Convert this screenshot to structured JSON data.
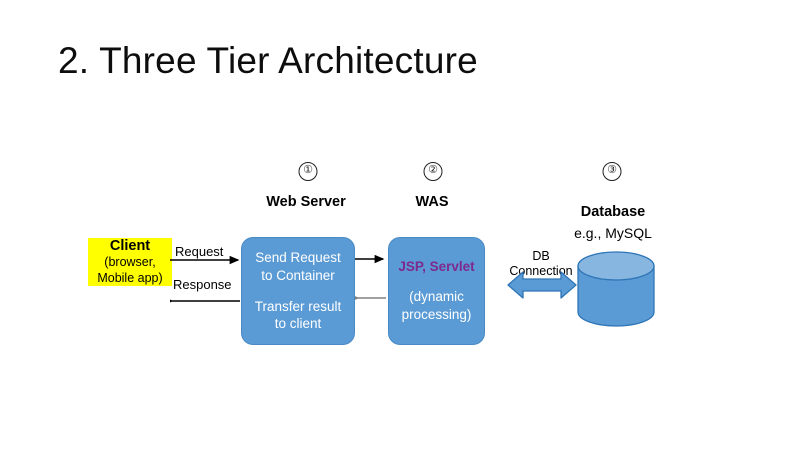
{
  "slide": {
    "title": "2. Three Tier Architecture",
    "background_color": "#FFFFFF"
  },
  "colors": {
    "process_box_fill": "#5B9BD5",
    "process_box_stroke": "#4A8AC4",
    "highlight_fill": "#FFFF00",
    "accent_text": "#7D2A8E",
    "cylinder_fill": "#5B9BD5",
    "cylinder_top_fill": "#87B6E0",
    "cylinder_stroke": "#2E75B6",
    "arrow_black": "#000000",
    "arrow_gray": "#808080",
    "db_arrow_fill": "#5B9BD5",
    "db_arrow_stroke": "#2E75B6"
  },
  "client": {
    "title": "Client",
    "line1": "(browser,",
    "line2": "Mobile app)"
  },
  "flows": {
    "request_label": "Request",
    "response_label": "Response",
    "db_connection_line1": "DB",
    "db_connection_line2": "Connection"
  },
  "tiers": [
    {
      "marker": "①",
      "header": "Web Server",
      "subheader": "",
      "body_lines_group1": [
        "Send Request",
        "to Container"
      ],
      "body_lines_group2": [
        "Transfer result",
        "to client"
      ]
    },
    {
      "marker": "②",
      "header": "WAS",
      "subheader": "",
      "accent_line": "JSP, Servlet",
      "body_lines_group2": [
        "(dynamic",
        "processing)"
      ]
    },
    {
      "marker": "③",
      "header": "Database",
      "subheader": "e.g.,  MySQL"
    }
  ]
}
